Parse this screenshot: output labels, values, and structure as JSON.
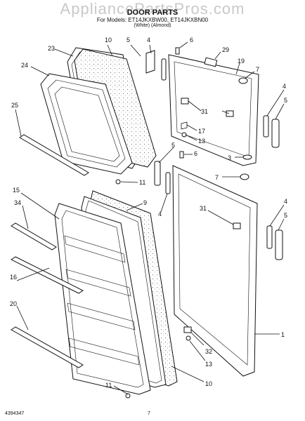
{
  "watermark": "AppliancePartsPros.com",
  "header": {
    "title": "DOOR PARTS",
    "models": "For Models: ET14JKXBW00, ET14JKXBN00",
    "colors": "(White)        (Almond)"
  },
  "footer": {
    "code": "4394347",
    "page": "7"
  },
  "callouts": [
    "1",
    "3",
    "4",
    "5",
    "6",
    "7",
    "9",
    "10",
    "11",
    "13",
    "15",
    "16",
    "17",
    "19",
    "20",
    "23",
    "24",
    "25",
    "29",
    "31",
    "32",
    "34"
  ]
}
